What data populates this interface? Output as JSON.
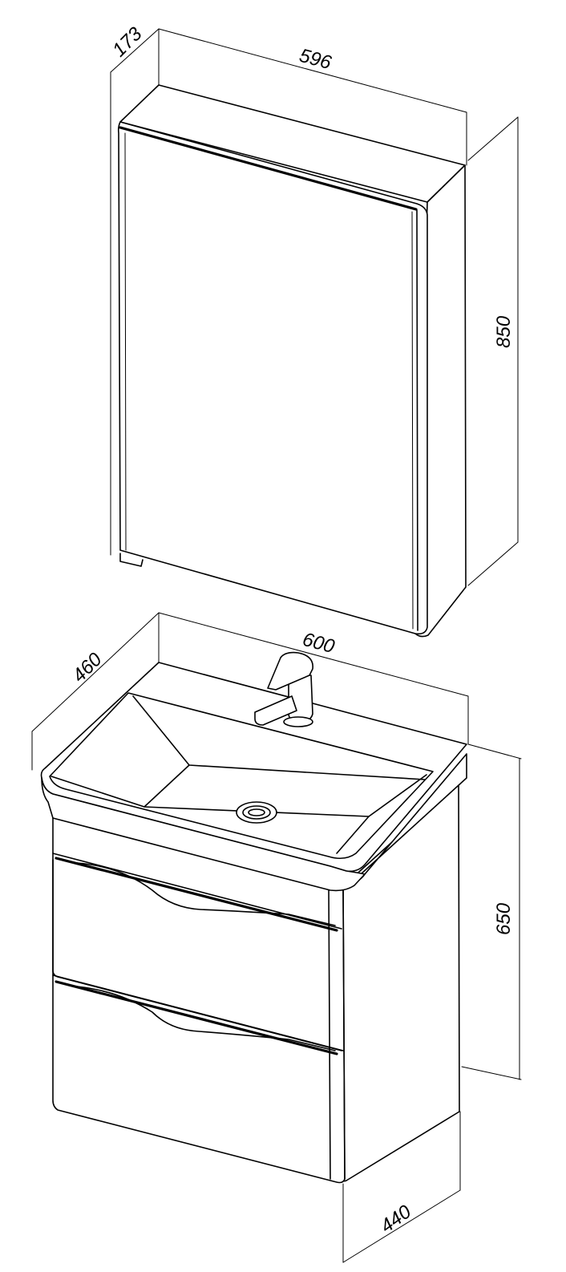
{
  "dimensions": {
    "mirror_cabinet_depth": "173",
    "mirror_cabinet_width": "596",
    "mirror_cabinet_height": "850",
    "vanity_depth": "460",
    "vanity_width": "600",
    "vanity_height": "650",
    "vanity_base_depth": "440"
  }
}
